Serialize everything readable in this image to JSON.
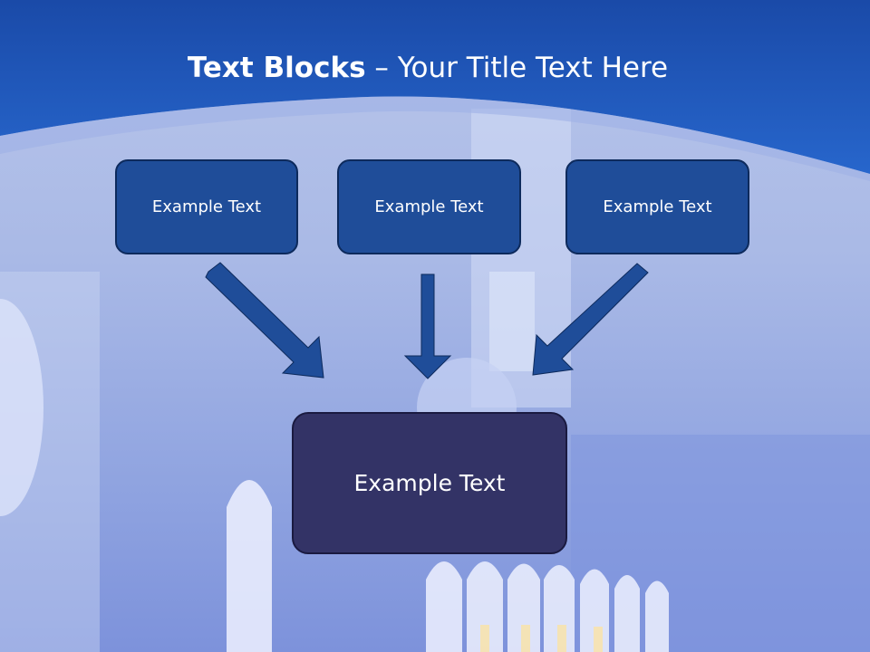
{
  "title": {
    "bold": "Text Blocks",
    "separator": " – ",
    "rest": "Your Title Text Here"
  },
  "blocks": [
    {
      "label": "Example Text"
    },
    {
      "label": "Example Text"
    },
    {
      "label": "Example Text"
    }
  ],
  "target": {
    "label": "Example Text"
  },
  "colors": {
    "header_blue": "#1e56b8",
    "block_fill": "#1f4d99",
    "target_fill": "#333366",
    "arrow": "#1f4d99"
  }
}
